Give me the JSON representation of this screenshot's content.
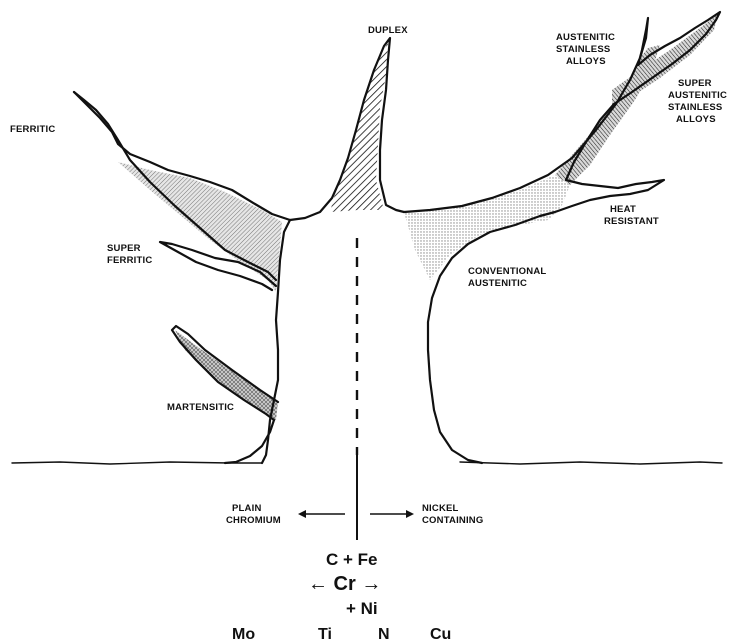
{
  "labels": {
    "duplex": "DUPLEX",
    "ferritic": "FERRITIC",
    "super_ferritic_1": "SUPER",
    "super_ferritic_2": "FERRITIC",
    "martensitic": "MARTENSITIC",
    "austenitic_1": "AUSTENITIC",
    "austenitic_2": "STAINLESS",
    "austenitic_3": "ALLOYS",
    "super_austenitic_1": "SUPER",
    "super_austenitic_2": "AUSTENITIC",
    "super_austenitic_3": "STAINLESS",
    "super_austenitic_4": "ALLOYS",
    "heat_resistant_1": "HEAT",
    "heat_resistant_2": "RESISTANT",
    "conventional_1": "CONVENTIONAL",
    "conventional_2": "AUSTENITIC",
    "plain_1": "PLAIN",
    "plain_2": "CHROMIUM",
    "nickel_1": "NICKEL",
    "nickel_2": "CONTAINING"
  },
  "formula": {
    "line1": "C + Fe",
    "line2": "← Cr →",
    "line3": "+ Ni",
    "elements": [
      "Mo",
      "Ti",
      "N",
      "Cu"
    ]
  },
  "colors": {
    "ink": "#111111",
    "shade": "#c8c8c8"
  }
}
